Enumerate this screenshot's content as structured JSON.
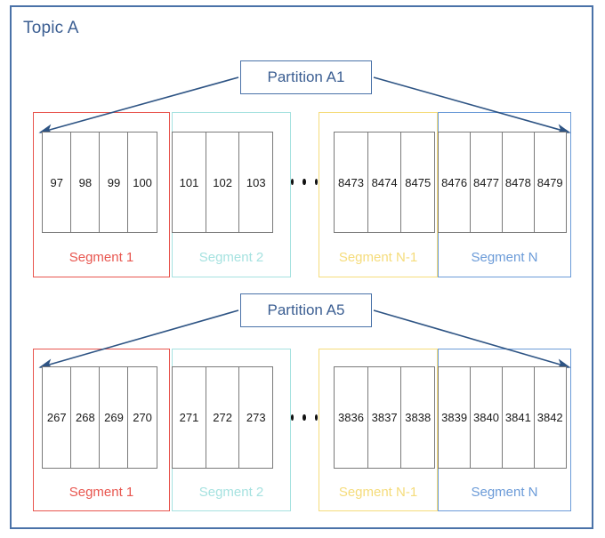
{
  "topic": {
    "title": "Topic A",
    "frame_color": "#4A72A8"
  },
  "colors": {
    "segment1": "#E8564F",
    "segment2": "#A6E2E0",
    "segmentN1": "#F5DC7B",
    "segmentN": "#6B9BD8",
    "cell_border": "#7a7a7a",
    "arrow": "#2E5484",
    "title": "#3B5E92"
  },
  "ellipsis": "•••",
  "partitions": [
    {
      "label": "Partition A1",
      "segments": [
        {
          "name": "Segment 1",
          "color_key": "segment1",
          "records": [
            "97",
            "98",
            "99",
            "100"
          ]
        },
        {
          "name": "Segment 2",
          "color_key": "segment2",
          "records": [
            "101",
            "102",
            "103"
          ]
        },
        {
          "name": "Segment N-1",
          "color_key": "segmentN1",
          "records": [
            "8473",
            "8474",
            "8475"
          ]
        },
        {
          "name": "Segment N",
          "color_key": "segmentN",
          "records": [
            "8476",
            "8477",
            "8478",
            "8479"
          ]
        }
      ]
    },
    {
      "label": "Partition A5",
      "segments": [
        {
          "name": "Segment 1",
          "color_key": "segment1",
          "records": [
            "267",
            "268",
            "269",
            "270"
          ]
        },
        {
          "name": "Segment 2",
          "color_key": "segment2",
          "records": [
            "271",
            "272",
            "273"
          ]
        },
        {
          "name": "Segment N-1",
          "color_key": "segmentN1",
          "records": [
            "3836",
            "3837",
            "3838"
          ]
        },
        {
          "name": "Segment N",
          "color_key": "segmentN",
          "records": [
            "3839",
            "3840",
            "3841",
            "3842"
          ]
        }
      ]
    }
  ]
}
